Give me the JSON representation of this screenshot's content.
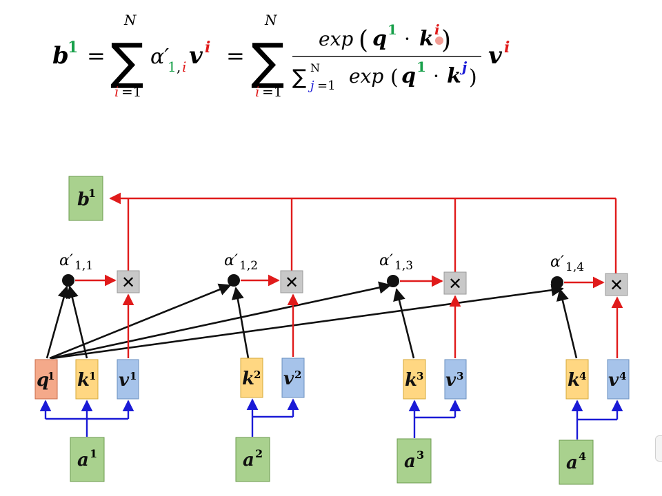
{
  "colors": {
    "red": "#e01b1b",
    "green": "#18a04a",
    "blue": "#1a1ad6",
    "query_fill": "#f4a98a",
    "query_stroke": "#c86a48",
    "key_fill": "#ffd782",
    "key_stroke": "#d4a83a",
    "value_fill": "#a6c3ea",
    "value_stroke": "#6a8fbf",
    "input_fill": "#a9d18e",
    "input_stroke": "#6b9a4e",
    "mult_fill": "#c8c8c8",
    "dark": "#111111"
  },
  "formula": {
    "lhs_sym": "b",
    "lhs_sup": "1",
    "eq": "=",
    "sum_upper": "N",
    "sum_lower_var": "i",
    "sum_lower_rest": "=1",
    "alpha": "α′",
    "alpha_sub_1": "1",
    "alpha_sub_comma": ",",
    "alpha_sub_i": "i",
    "v_sym": "v",
    "v_sup": "i",
    "frac_num": {
      "exp": "exp",
      "q": "q",
      "q_sup": "1",
      "dot": "·",
      "k": "k",
      "k_sup": "i"
    },
    "frac_den": {
      "sigma": "∑",
      "upper": "N",
      "lower_var": "j",
      "lower_rest": "=1",
      "exp": "exp",
      "q": "q",
      "q_sup": "1",
      "dot": "·",
      "k": "k",
      "k_sup": "j"
    }
  },
  "diagram": {
    "output": {
      "sym": "b",
      "sup": "1"
    },
    "alphas": [
      {
        "base": "α′",
        "sub": "1,1"
      },
      {
        "base": "α′",
        "sub": "1,2"
      },
      {
        "base": "α′",
        "sub": "1,3"
      },
      {
        "base": "α′",
        "sub": "1,4"
      }
    ],
    "mult_symbol": "✕",
    "query": {
      "sym": "q",
      "sup": "1"
    },
    "keys": [
      {
        "sym": "k",
        "sup": "1"
      },
      {
        "sym": "k",
        "sup": "2"
      },
      {
        "sym": "k",
        "sup": "3"
      },
      {
        "sym": "k",
        "sup": "4"
      }
    ],
    "values": [
      {
        "sym": "v",
        "sup": "1"
      },
      {
        "sym": "v",
        "sup": "2"
      },
      {
        "sym": "v",
        "sup": "3"
      },
      {
        "sym": "v",
        "sup": "4"
      }
    ],
    "inputs": [
      {
        "sym": "a",
        "sup": "1"
      },
      {
        "sym": "a",
        "sup": "2"
      },
      {
        "sym": "a",
        "sup": "3"
      },
      {
        "sym": "a",
        "sup": "4"
      }
    ]
  }
}
